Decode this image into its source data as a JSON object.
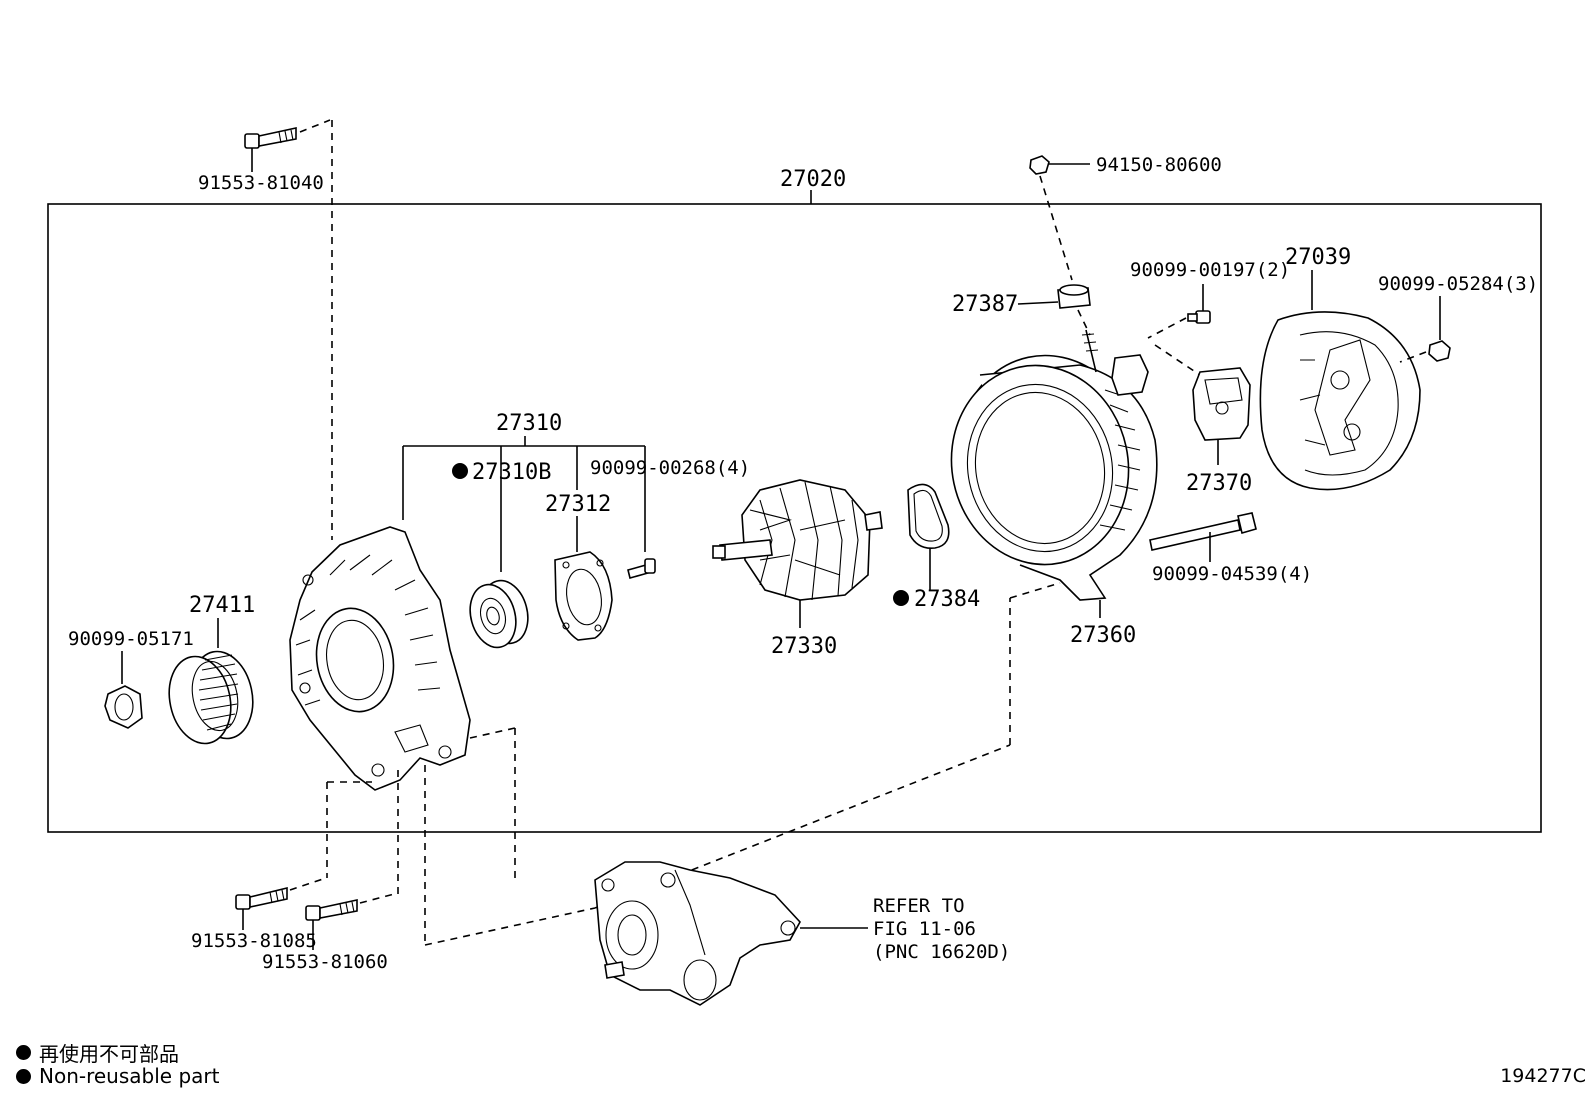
{
  "parts": {
    "assembly_27020": "27020",
    "bolt_81040": "91553-81040",
    "nut_80600": "94150-80600",
    "p27387": "27387",
    "screw_00197": "90099-00197(2)",
    "cover_27039": "27039",
    "nut_05284": "90099-05284(3)",
    "frame_27310": "27310",
    "bearing_27310B": "27310B",
    "retainer_27312": "27312",
    "screw_00268": "90099-00268(4)",
    "rotor_27330": "27330",
    "ring_27384": "27384",
    "regulator_27370": "27370",
    "bolt_04539": "90099-04539(4)",
    "frame_27360": "27360",
    "pulley_27411": "27411",
    "nut_05171": "90099-05171",
    "bolt_81085": "91553-81085",
    "bolt_81060": "91553-81060"
  },
  "reference": {
    "line1": "REFER TO",
    "line2": "FIG 11-06",
    "line3": "(PNC 16620D)"
  },
  "legend": {
    "jp": "再使用不可部品",
    "en": "Non-reusable part"
  },
  "figure_id": "194277C"
}
